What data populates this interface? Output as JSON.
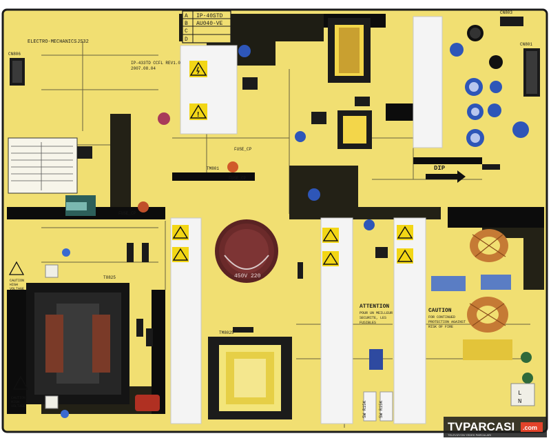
{
  "board": {
    "model_code": "IP-40STD",
    "model_variant": "AU040-VE",
    "row_letters": [
      "A",
      "B",
      "C",
      "D"
    ],
    "maker": "ELECTRO-MECHANICS",
    "part": "JS32",
    "part_no": "IP-433TD CCFL REV1.0",
    "date_code": "2007.08.04",
    "connector_labels": {
      "cn806": "CN806",
      "cn803": "CN803",
      "cn801": "CN801"
    },
    "fuse_labels": [
      "FUSE_CP",
      "FUSE_CP",
      "FUSE_CP"
    ],
    "transformers": [
      "TM801",
      "TM8025",
      "T8825"
    ],
    "attention": {
      "heading": "ATTENTION",
      "line1": "POUR UN MEILLEUR",
      "line2": "SECURITE, LES",
      "line3": "FUSIBLES"
    },
    "caution": {
      "heading": "CAUTION",
      "line1": "FOR CONTINUED",
      "line2": "PROTECTION AGAINST",
      "line3": "RISK OF FIRE"
    },
    "hv_caution_1": [
      "CAUTION",
      "HIGH",
      "VOLTAGE"
    ],
    "hv_caution_2": [
      "CAUTION",
      "HIGH",
      "VOLTAGE"
    ],
    "dip_label": "DIP",
    "relay_labels": [
      "5W R15K",
      "5W R15K"
    ],
    "line_labels": [
      "L",
      "N"
    ],
    "capacitor_text": "450V 220"
  },
  "watermark": {
    "brand_left": "TV",
    "brand_right": "PARCASI",
    "tld": ".com",
    "tagline": "TELEVIZYON YEDEK PARCALARI"
  },
  "colors": {
    "pcb": "#f1df72",
    "pcb_edge": "#1b1b1b",
    "trace": "#0c0c0c",
    "heatsink": "#f4f4f4",
    "capacitor_blue": "#2e56b8",
    "capacitor_brown": "#6b2a2a",
    "hazard_yellow": "#f2d616",
    "watermark_red": "#e2432a"
  }
}
